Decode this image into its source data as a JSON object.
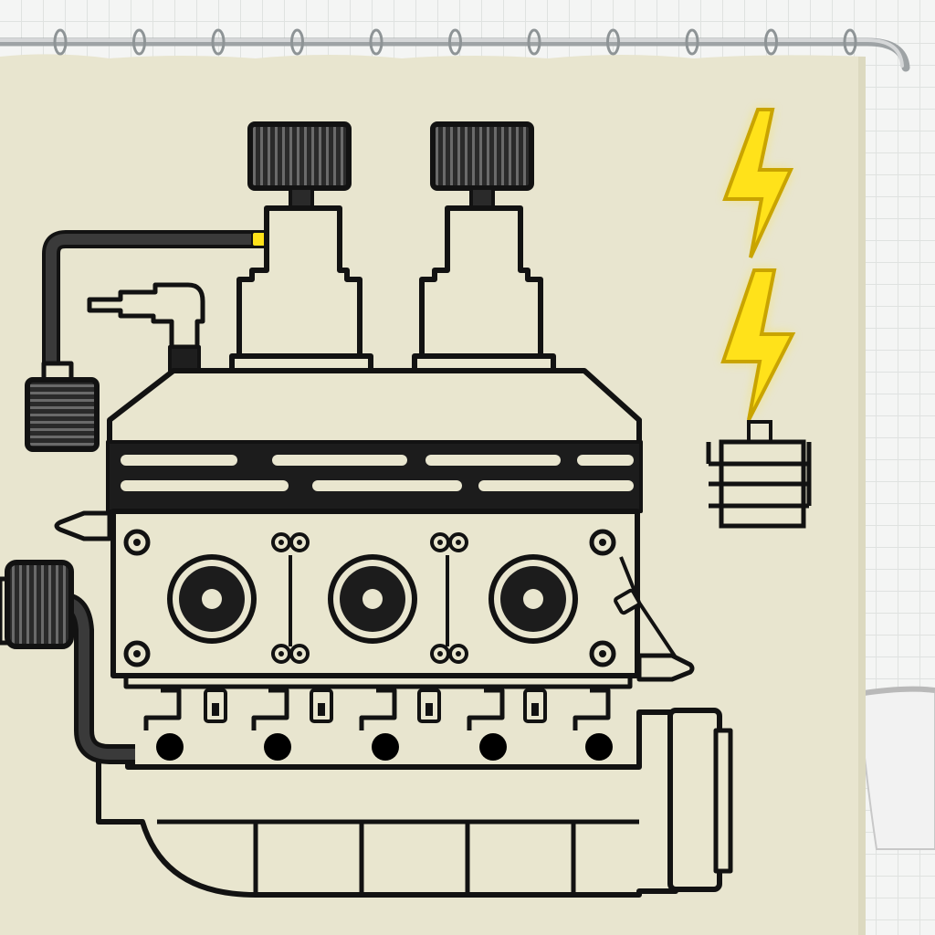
{
  "scene": {
    "subject": "engine-illustration-shower-curtain",
    "colors": {
      "tile": "#f4f5f4",
      "grout": "#dfe2e0",
      "curtain": "#e8e5cf",
      "curtain_shade": "#dcd9c0",
      "engine_fill": "#e9e6cf",
      "outline": "#121212",
      "dark": "#1c1c1c",
      "bolt_yellow": "#ffe21a",
      "bolt_edge": "#c9a400",
      "rod": "#d5d7d8",
      "tub": "#f2f2f2"
    },
    "icons": [
      "curtain-rod-icon",
      "curtain-ring-icon",
      "engine-block-icon",
      "intake-filter-icon",
      "spark-plug-icon",
      "lightning-bolt-icon",
      "ignition-coil-icon",
      "bathtub-icon"
    ],
    "ring_count": 11,
    "cylinder_count": 3,
    "bolt_count": 2
  }
}
